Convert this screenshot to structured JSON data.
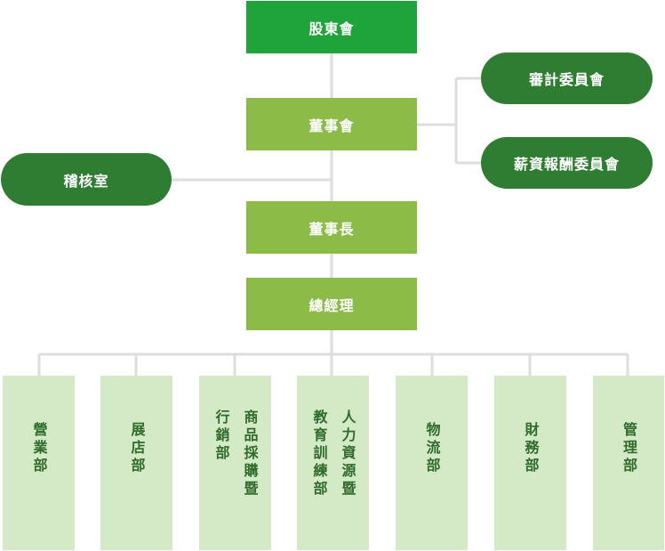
{
  "colors": {
    "bright_green": "#1fa43b",
    "olive_green": "#8cbb47",
    "dark_green": "#2e7d32",
    "dept_fill": "#d4e9c6",
    "dept_text": "#2f6b2a",
    "line": "#dddddd"
  },
  "org": {
    "shareholders": "股東會",
    "board": "董事會",
    "audit_committee": "審計委員會",
    "compensation_committee": "薪資報酬委員會",
    "internal_audit": "稽核室",
    "chairman": "董事長",
    "general_manager": "總經理"
  },
  "departments": [
    {
      "key": "sales",
      "lines": [
        "營業部"
      ]
    },
    {
      "key": "store",
      "lines": [
        "展店部"
      ]
    },
    {
      "key": "marketing_purchasing",
      "lines": [
        "商品採購暨",
        "行銷部"
      ]
    },
    {
      "key": "hr_training",
      "lines": [
        "人力資源暨",
        "教育訓練部"
      ]
    },
    {
      "key": "logistics",
      "lines": [
        "物流部"
      ]
    },
    {
      "key": "finance",
      "lines": [
        "財務部"
      ]
    },
    {
      "key": "management",
      "lines": [
        "管理部"
      ]
    }
  ]
}
